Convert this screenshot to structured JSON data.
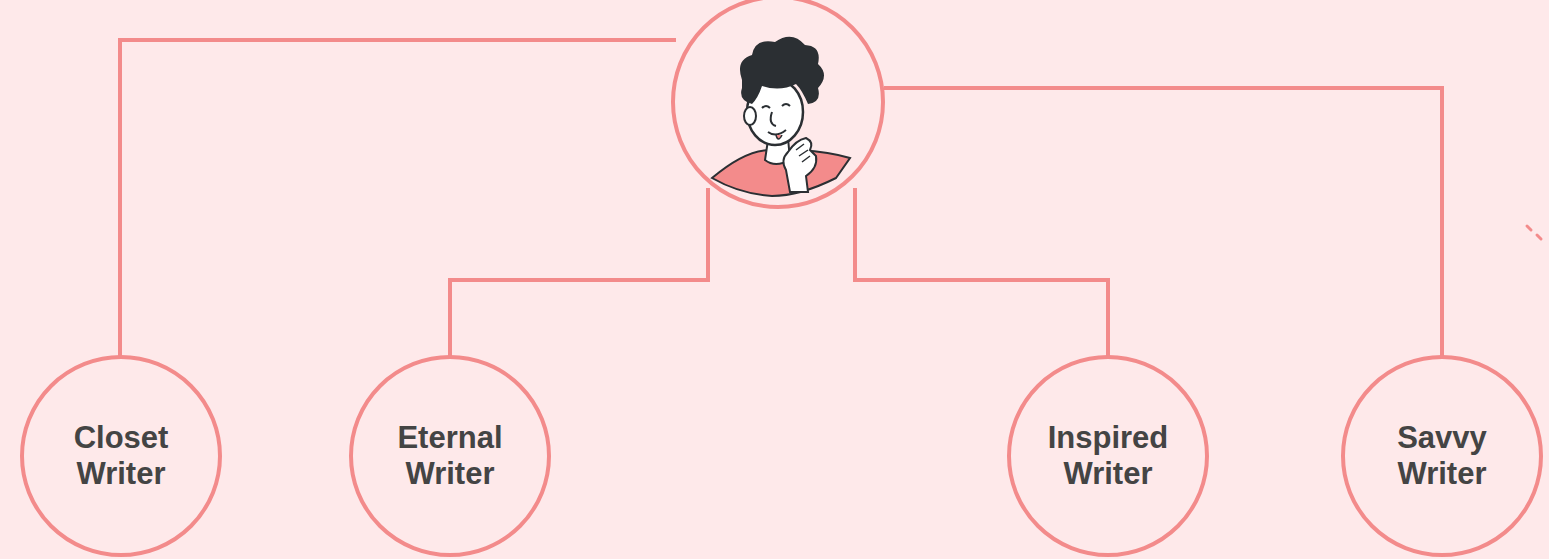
{
  "diagram": {
    "nodes": [
      {
        "text": [
          "Closet Writer"
        ]
      },
      {
        "text": [
          "Eternal Writer"
        ]
      },
      {
        "text": [
          "Inspired Writer"
        ]
      },
      {
        "text": [
          "Savvy Writer"
        ]
      }
    ]
  }
}
